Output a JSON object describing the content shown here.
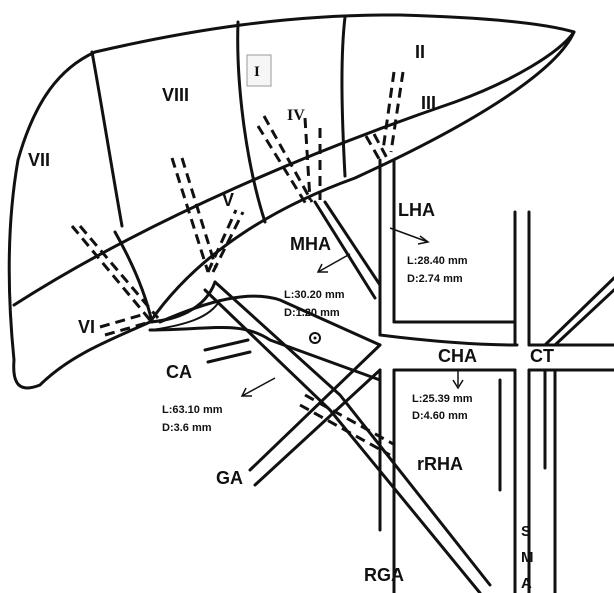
{
  "segments": {
    "I": "I",
    "II": "II",
    "III": "III",
    "IV": "IV",
    "V": "V",
    "VI": "VI",
    "VII": "VII",
    "VIII": "VIII"
  },
  "vessels": {
    "lha": "LHA",
    "mha": "MHA",
    "cha": "CHA",
    "ct": "CT",
    "ca": "CA",
    "rrha": "rRHA",
    "ga": "GA",
    "rga": "RGA",
    "sma": [
      "S",
      "M",
      "A"
    ]
  },
  "measurements": {
    "lha": {
      "length": "L:28.40 mm",
      "diameter": "D:2.74 mm"
    },
    "mha": {
      "length": "L:30.20 mm",
      "diameter": "D:1.20 mm"
    },
    "cha": {
      "length": "L:25.39 mm",
      "diameter": "D:4.60 mm"
    },
    "ca": {
      "length": "L:63.10 mm",
      "diameter": "D:3.6 mm"
    }
  }
}
